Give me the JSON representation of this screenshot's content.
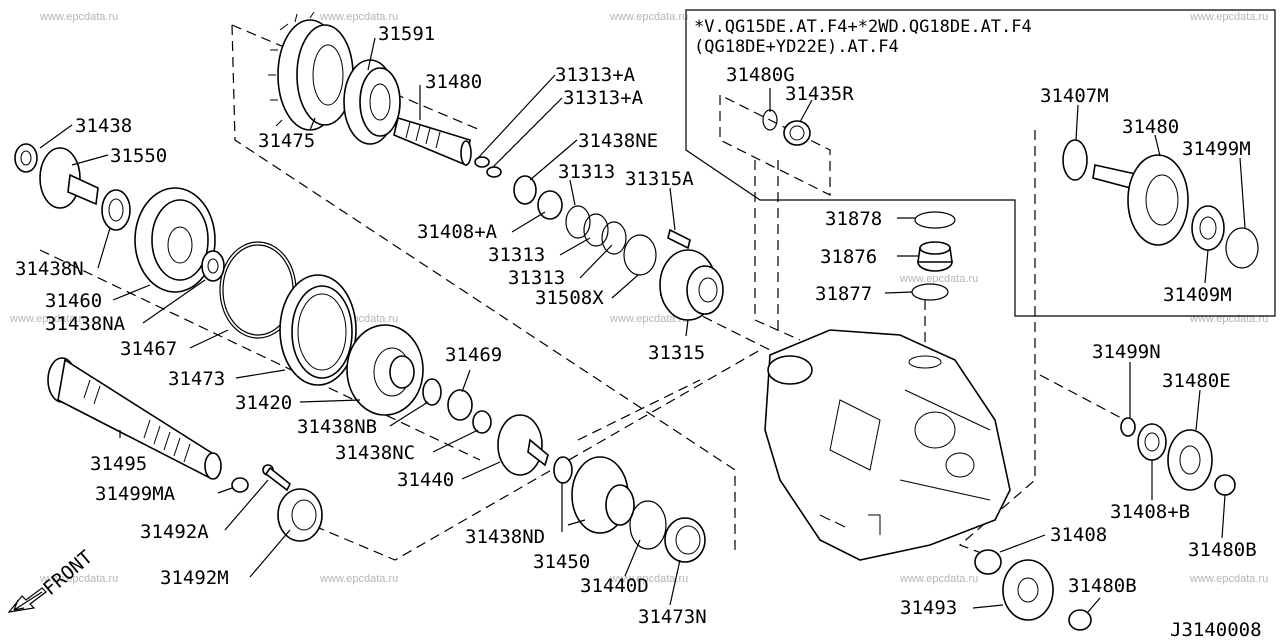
{
  "header": {
    "line1": "*V.QG15DE.AT.F4+*2WD.QG18DE.AT.F4",
    "line2": "(QG18DE+YD22E).AT.F4"
  },
  "figure_code": "J3140008",
  "front_label": "FRONT",
  "watermark": "www.epcdata.ru",
  "callouts": [
    {
      "id": "c1",
      "text": "31591"
    },
    {
      "id": "c2",
      "text": "31480"
    },
    {
      "id": "c3",
      "text": "31313+A"
    },
    {
      "id": "c4",
      "text": "31313+A"
    },
    {
      "id": "c5",
      "text": "31475"
    },
    {
      "id": "c6",
      "text": "31438"
    },
    {
      "id": "c7",
      "text": "31550"
    },
    {
      "id": "c8",
      "text": "31438NE"
    },
    {
      "id": "c9",
      "text": "31313"
    },
    {
      "id": "c10",
      "text": "31315A"
    },
    {
      "id": "c11",
      "text": "31408+A"
    },
    {
      "id": "c12",
      "text": "31313"
    },
    {
      "id": "c13",
      "text": "31313"
    },
    {
      "id": "c14",
      "text": "31508X"
    },
    {
      "id": "c15",
      "text": "31438N"
    },
    {
      "id": "c16",
      "text": "31460"
    },
    {
      "id": "c17",
      "text": "31438NA"
    },
    {
      "id": "c18",
      "text": "31467"
    },
    {
      "id": "c19",
      "text": "31473"
    },
    {
      "id": "c20",
      "text": "31469"
    },
    {
      "id": "c21",
      "text": "31420"
    },
    {
      "id": "c22",
      "text": "31438NB"
    },
    {
      "id": "c23",
      "text": "31438NC"
    },
    {
      "id": "c24",
      "text": "31495"
    },
    {
      "id": "c25",
      "text": "31440"
    },
    {
      "id": "c26",
      "text": "31499MA"
    },
    {
      "id": "c27",
      "text": "31492A"
    },
    {
      "id": "c28",
      "text": "31438ND"
    },
    {
      "id": "c29",
      "text": "31450"
    },
    {
      "id": "c30",
      "text": "31492M"
    },
    {
      "id": "c31",
      "text": "31440D"
    },
    {
      "id": "c32",
      "text": "31473N"
    },
    {
      "id": "c33",
      "text": "31315"
    },
    {
      "id": "c34",
      "text": "31480G"
    },
    {
      "id": "c35",
      "text": "31435R"
    },
    {
      "id": "c36",
      "text": "31878"
    },
    {
      "id": "c37",
      "text": "31876"
    },
    {
      "id": "c38",
      "text": "31877"
    },
    {
      "id": "c39",
      "text": "31407M"
    },
    {
      "id": "c40",
      "text": "31480"
    },
    {
      "id": "c41",
      "text": "31499M"
    },
    {
      "id": "c42",
      "text": "31409M"
    },
    {
      "id": "c43",
      "text": "31499N"
    },
    {
      "id": "c44",
      "text": "31480E"
    },
    {
      "id": "c45",
      "text": "31408+B"
    },
    {
      "id": "c46",
      "text": "31480B"
    },
    {
      "id": "c47",
      "text": "31408"
    },
    {
      "id": "c48",
      "text": "31493"
    },
    {
      "id": "c49",
      "text": "31480B"
    }
  ]
}
